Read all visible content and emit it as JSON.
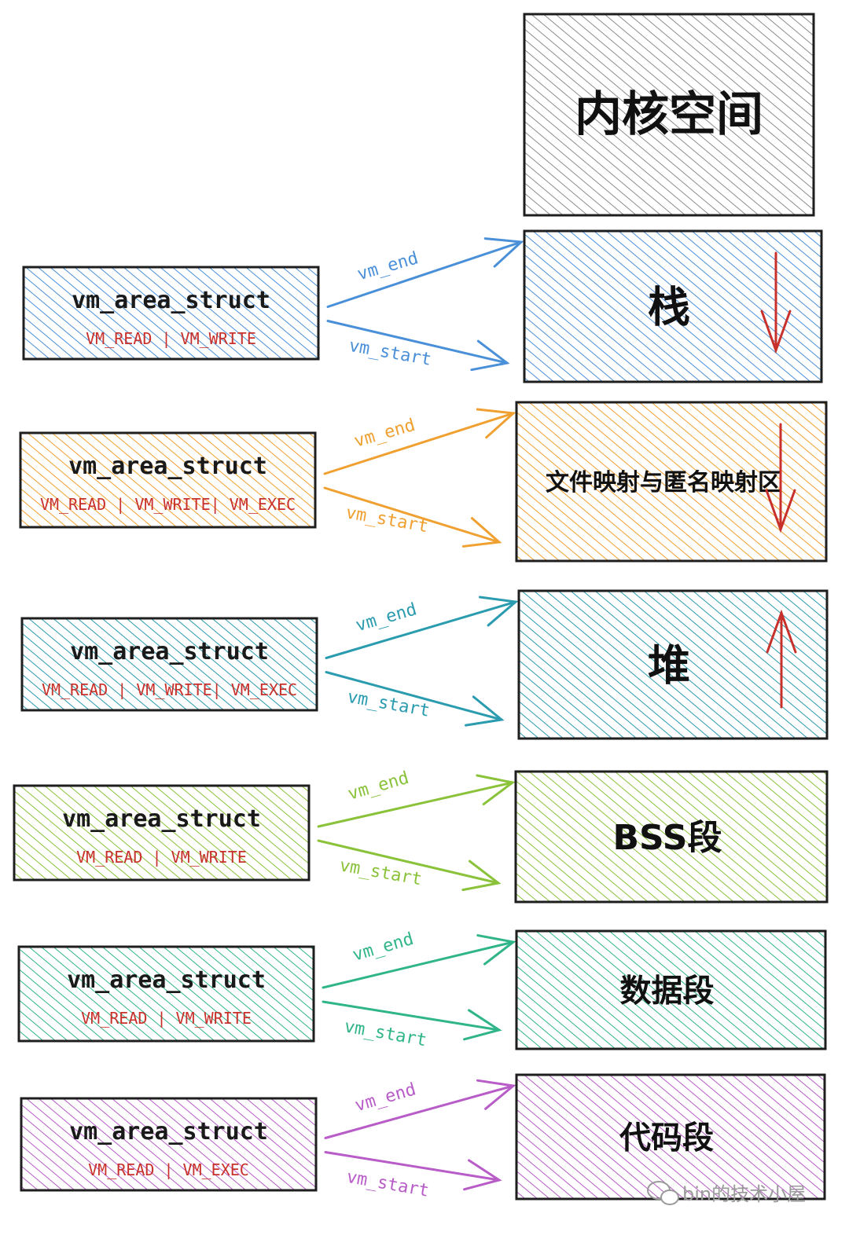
{
  "kernel_region": {
    "label": "内核空间",
    "color": "#8c8c8c"
  },
  "rows": [
    {
      "region_label": "栈",
      "struct_title": "vm_area_struct",
      "struct_flags": "VM_READ | VM_WRITE",
      "end_label": "vm_end",
      "start_label": "vm_start",
      "color": "#4a90d9",
      "growth": "down"
    },
    {
      "region_label": "文件映射与匿名映射区",
      "struct_title": "vm_area_struct",
      "struct_flags": "VM_READ | VM_WRITE| VM_EXEC",
      "end_label": "vm_end",
      "start_label": "vm_start",
      "color": "#f0a030",
      "growth": "down"
    },
    {
      "region_label": "堆",
      "struct_title": "vm_area_struct",
      "struct_flags": "VM_READ | VM_WRITE| VM_EXEC",
      "end_label": "vm_end",
      "start_label": "vm_start",
      "color": "#2b9bb0",
      "growth": "up"
    },
    {
      "region_label": "BSS段",
      "struct_title": "vm_area_struct",
      "struct_flags": "VM_READ | VM_WRITE",
      "end_label": "vm_end",
      "start_label": "vm_start",
      "color": "#8ac23a",
      "growth": "none"
    },
    {
      "region_label": "数据段",
      "struct_title": "vm_area_struct",
      "struct_flags": "VM_READ | VM_WRITE",
      "end_label": "vm_end",
      "start_label": "vm_start",
      "color": "#30b58a",
      "growth": "none"
    },
    {
      "region_label": "代码段",
      "struct_title": "vm_area_struct",
      "struct_flags": "VM_READ | VM_EXEC",
      "end_label": "vm_end",
      "start_label": "vm_start",
      "color": "#b85cc8",
      "growth": "none"
    }
  ],
  "watermark": {
    "text": "bin的技术小屋",
    "icon": "wechat-icon"
  },
  "colors": {
    "arrow_red": "#c8312b",
    "outline": "#1e1e1e"
  }
}
